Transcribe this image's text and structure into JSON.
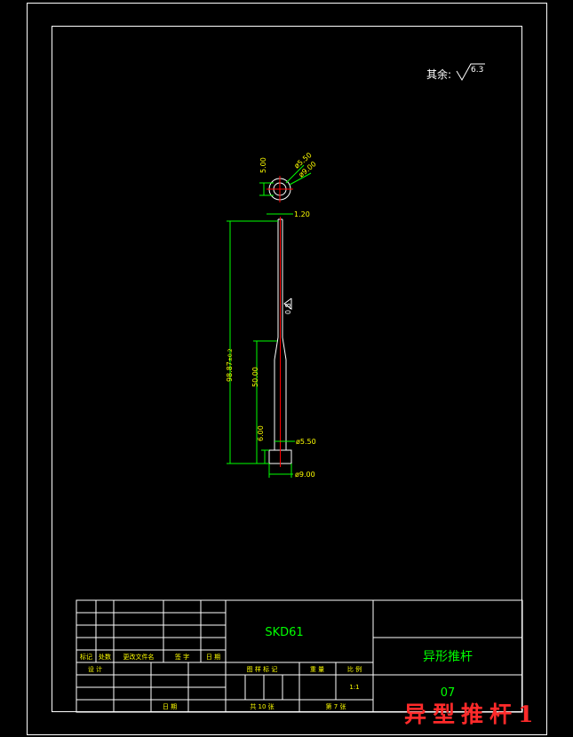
{
  "roughness": {
    "label": "其余:",
    "value": "6.3"
  },
  "top_view": {
    "dim_height": "5.00",
    "dim_d1": "ø5.50",
    "dim_d2": "ø9.00"
  },
  "side_view": {
    "dim_tip": "1.20",
    "dim_total": "98.87",
    "dim_total_suffix": "±0.2",
    "dim_shank": "50.00",
    "dim_head": "6.00",
    "dim_shank_dia": "ø5.50",
    "dim_head_dia": "ø9.00",
    "roughness_mark": "0.8"
  },
  "title_block": {
    "material": "SKD61",
    "part_name": "异形推杆",
    "drawing_no": "07",
    "row_labels": [
      "标记",
      "处数",
      "更改文件名",
      "签 字",
      "日 期"
    ],
    "design_label": "设 计",
    "date_label": "日 期",
    "stage_label": "图 样 标 记",
    "weight_label": "重 量",
    "scale_label": "比 例",
    "scale_value": "1:1",
    "total_sheets": "共  10  张",
    "sheet_no": "第  7  张"
  },
  "watermark": "异型推杆1",
  "colors": {
    "frame": "#ffffff",
    "dimension": "#00ff00",
    "text": "#ffff00",
    "centerline": "#ff0000",
    "outline": "#ffffff",
    "title_text": "#00ff00",
    "watermark": "#ff2a2a"
  }
}
